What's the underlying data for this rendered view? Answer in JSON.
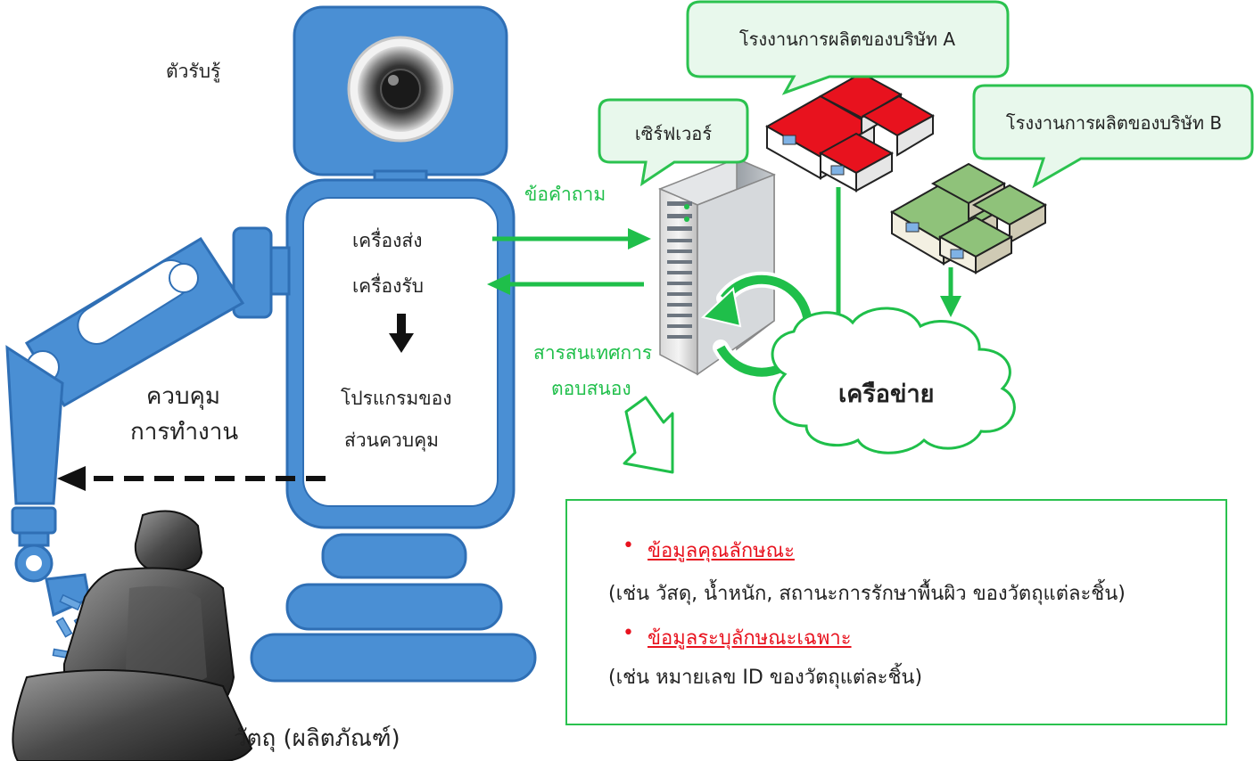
{
  "labels": {
    "sensor": "ตัวรับรู้",
    "transmitter": "เครื่องส่ง",
    "receiver": "เครื่องรับ",
    "program_line1": "โปรแกรมของ",
    "program_line2": "ส่วนควบคุม",
    "control_line1": "ควบคุม",
    "control_line2": "การทำงาน",
    "object": "วัตถุ (ผลิตภัณฑ์)",
    "query": "ข้อคำถาม",
    "response_line1": "สารสนเทศการ",
    "response_line2": "ตอบสนอง",
    "network": "เครือข่าย",
    "server": "เซิร์ฟเวอร์",
    "factory_a": "โรงงานการผลิตของบริษัท A",
    "factory_b": "โรงงานการผลิตของบริษัท B"
  },
  "info_box": {
    "items": [
      {
        "bullet": "•",
        "title": "ข้อมูลคุณลักษณะ",
        "detail": "(เช่น วัสดุ, น้ำหนัก, สถานะการรักษาพื้นผิว ของวัตถุแต่ละชิ้น)"
      },
      {
        "bullet": "•",
        "title": "ข้อมูลระบุลักษณะเฉพาะ",
        "detail": "(เช่น หมายเลข ID ของวัตถุแต่ละชิ้น)"
      }
    ]
  },
  "colors": {
    "robot_blue": "#4a8fd4",
    "robot_outline": "#2f6fb5",
    "arrow_green": "#1fbf4a",
    "callout_fill": "#e8f8ec",
    "callout_border": "#2bc24f",
    "factory_a_roof": "#e8121e",
    "factory_b_roof": "#8fc27a",
    "highlight_red": "#e8121e"
  },
  "icons": [
    "camera-icon",
    "robot-arm-icon",
    "car-seat-icon",
    "server-icon",
    "sync-icon",
    "factory-icon",
    "cloud-icon"
  ]
}
